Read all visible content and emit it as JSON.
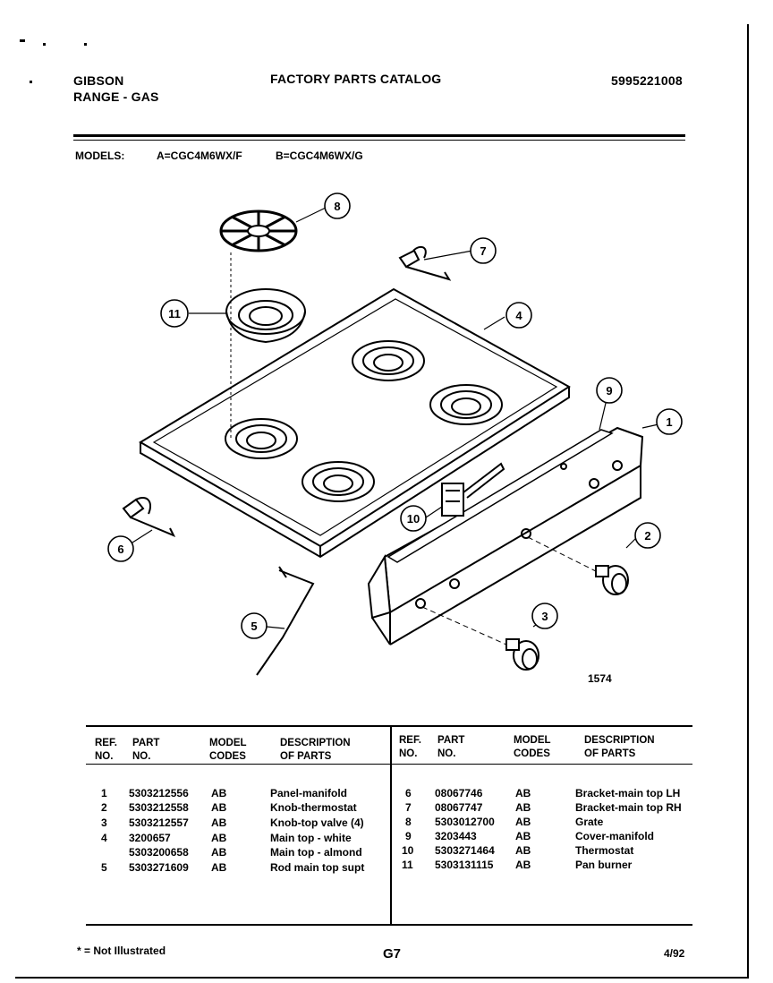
{
  "header": {
    "brand": "GIBSON",
    "subtitle": "RANGE - GAS",
    "catalog_title": "FACTORY PARTS CATALOG",
    "catalog_number": "5995221008"
  },
  "models": {
    "label": "MODELS:",
    "a": "A=CGC4M6WX/F",
    "b": "B=CGC4M6WX/G"
  },
  "diagram": {
    "code": "1574",
    "callouts": [
      "1",
      "2",
      "3",
      "4",
      "5",
      "6",
      "7",
      "8",
      "9",
      "10",
      "11"
    ]
  },
  "table": {
    "headers": {
      "ref_1": "REF.",
      "ref_2": "NO.",
      "part_1": "PART",
      "part_2": "NO.",
      "model_1": "MODEL",
      "model_2": "CODES",
      "desc_1": "DESCRIPTION",
      "desc_2": "OF PARTS"
    },
    "left_rows": [
      {
        "ref": "1",
        "part": "5303212556",
        "codes": "AB",
        "desc": "Panel-manifold"
      },
      {
        "ref": "2",
        "part": "5303212558",
        "codes": "AB",
        "desc": "Knob-thermostat"
      },
      {
        "ref": "3",
        "part": "5303212557",
        "codes": "AB",
        "desc": "Knob-top valve (4)"
      },
      {
        "ref": "4",
        "part": "3200657",
        "codes": "AB",
        "desc": "Main top - white"
      },
      {
        "ref": "",
        "part": "5303200658",
        "codes": "AB",
        "desc": "Main top - almond"
      },
      {
        "ref": "5",
        "part": "5303271609",
        "codes": "AB",
        "desc": "Rod main top supt"
      }
    ],
    "right_rows": [
      {
        "ref": "6",
        "part": "08067746",
        "codes": "AB",
        "desc": "Bracket-main top LH"
      },
      {
        "ref": "7",
        "part": "08067747",
        "codes": "AB",
        "desc": "Bracket-main top RH"
      },
      {
        "ref": "8",
        "part": "5303012700",
        "codes": "AB",
        "desc": "Grate"
      },
      {
        "ref": "9",
        "part": "3203443",
        "codes": "AB",
        "desc": "Cover-manifold"
      },
      {
        "ref": "10",
        "part": "5303271464",
        "codes": "AB",
        "desc": "Thermostat"
      },
      {
        "ref": "11",
        "part": "5303131115",
        "codes": "AB",
        "desc": "Pan burner"
      }
    ]
  },
  "footer": {
    "note": "* = Not Illustrated",
    "page": "G7",
    "date": "4/92"
  }
}
